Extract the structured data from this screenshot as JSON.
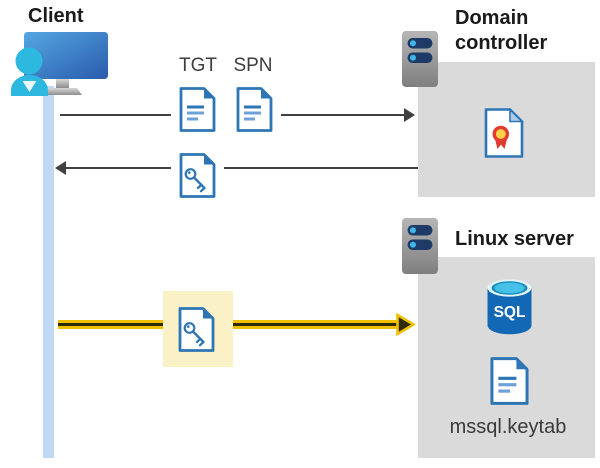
{
  "client": {
    "label": "Client"
  },
  "flow": {
    "tgt_label": "TGT",
    "spn_label": "SPN"
  },
  "domain_controller": {
    "label": "Domain controller"
  },
  "linux_server": {
    "label": "Linux server",
    "sql_badge": "SQL",
    "keytab_label": "mssql.keytab"
  },
  "colors": {
    "document_blue": "#2E75B6",
    "document_line_light": "#6FA1D9",
    "person_cyan": "#2CB8DF",
    "monitor_blue_light": "#4E9EDC",
    "monitor_blue_dark": "#2B5FAE",
    "timeline_blue": "#BFD9F4",
    "box_gray": "#DADADA",
    "arrow_gray": "#404040",
    "highlight_yellow": "#FBF1C7",
    "arrow_yellow": "#F0C000",
    "arrow_core_dark": "#2E2B05",
    "sql_blue": "#1368B6",
    "sql_top_cyan": "#2CB0DB",
    "server_body_gray": "#A9A9A9",
    "server_pill_navy": "#1E3A66",
    "server_dot_cyan": "#3FB7E8",
    "certificate_gold": "#FFD24A",
    "certificate_red": "#D93A31"
  }
}
